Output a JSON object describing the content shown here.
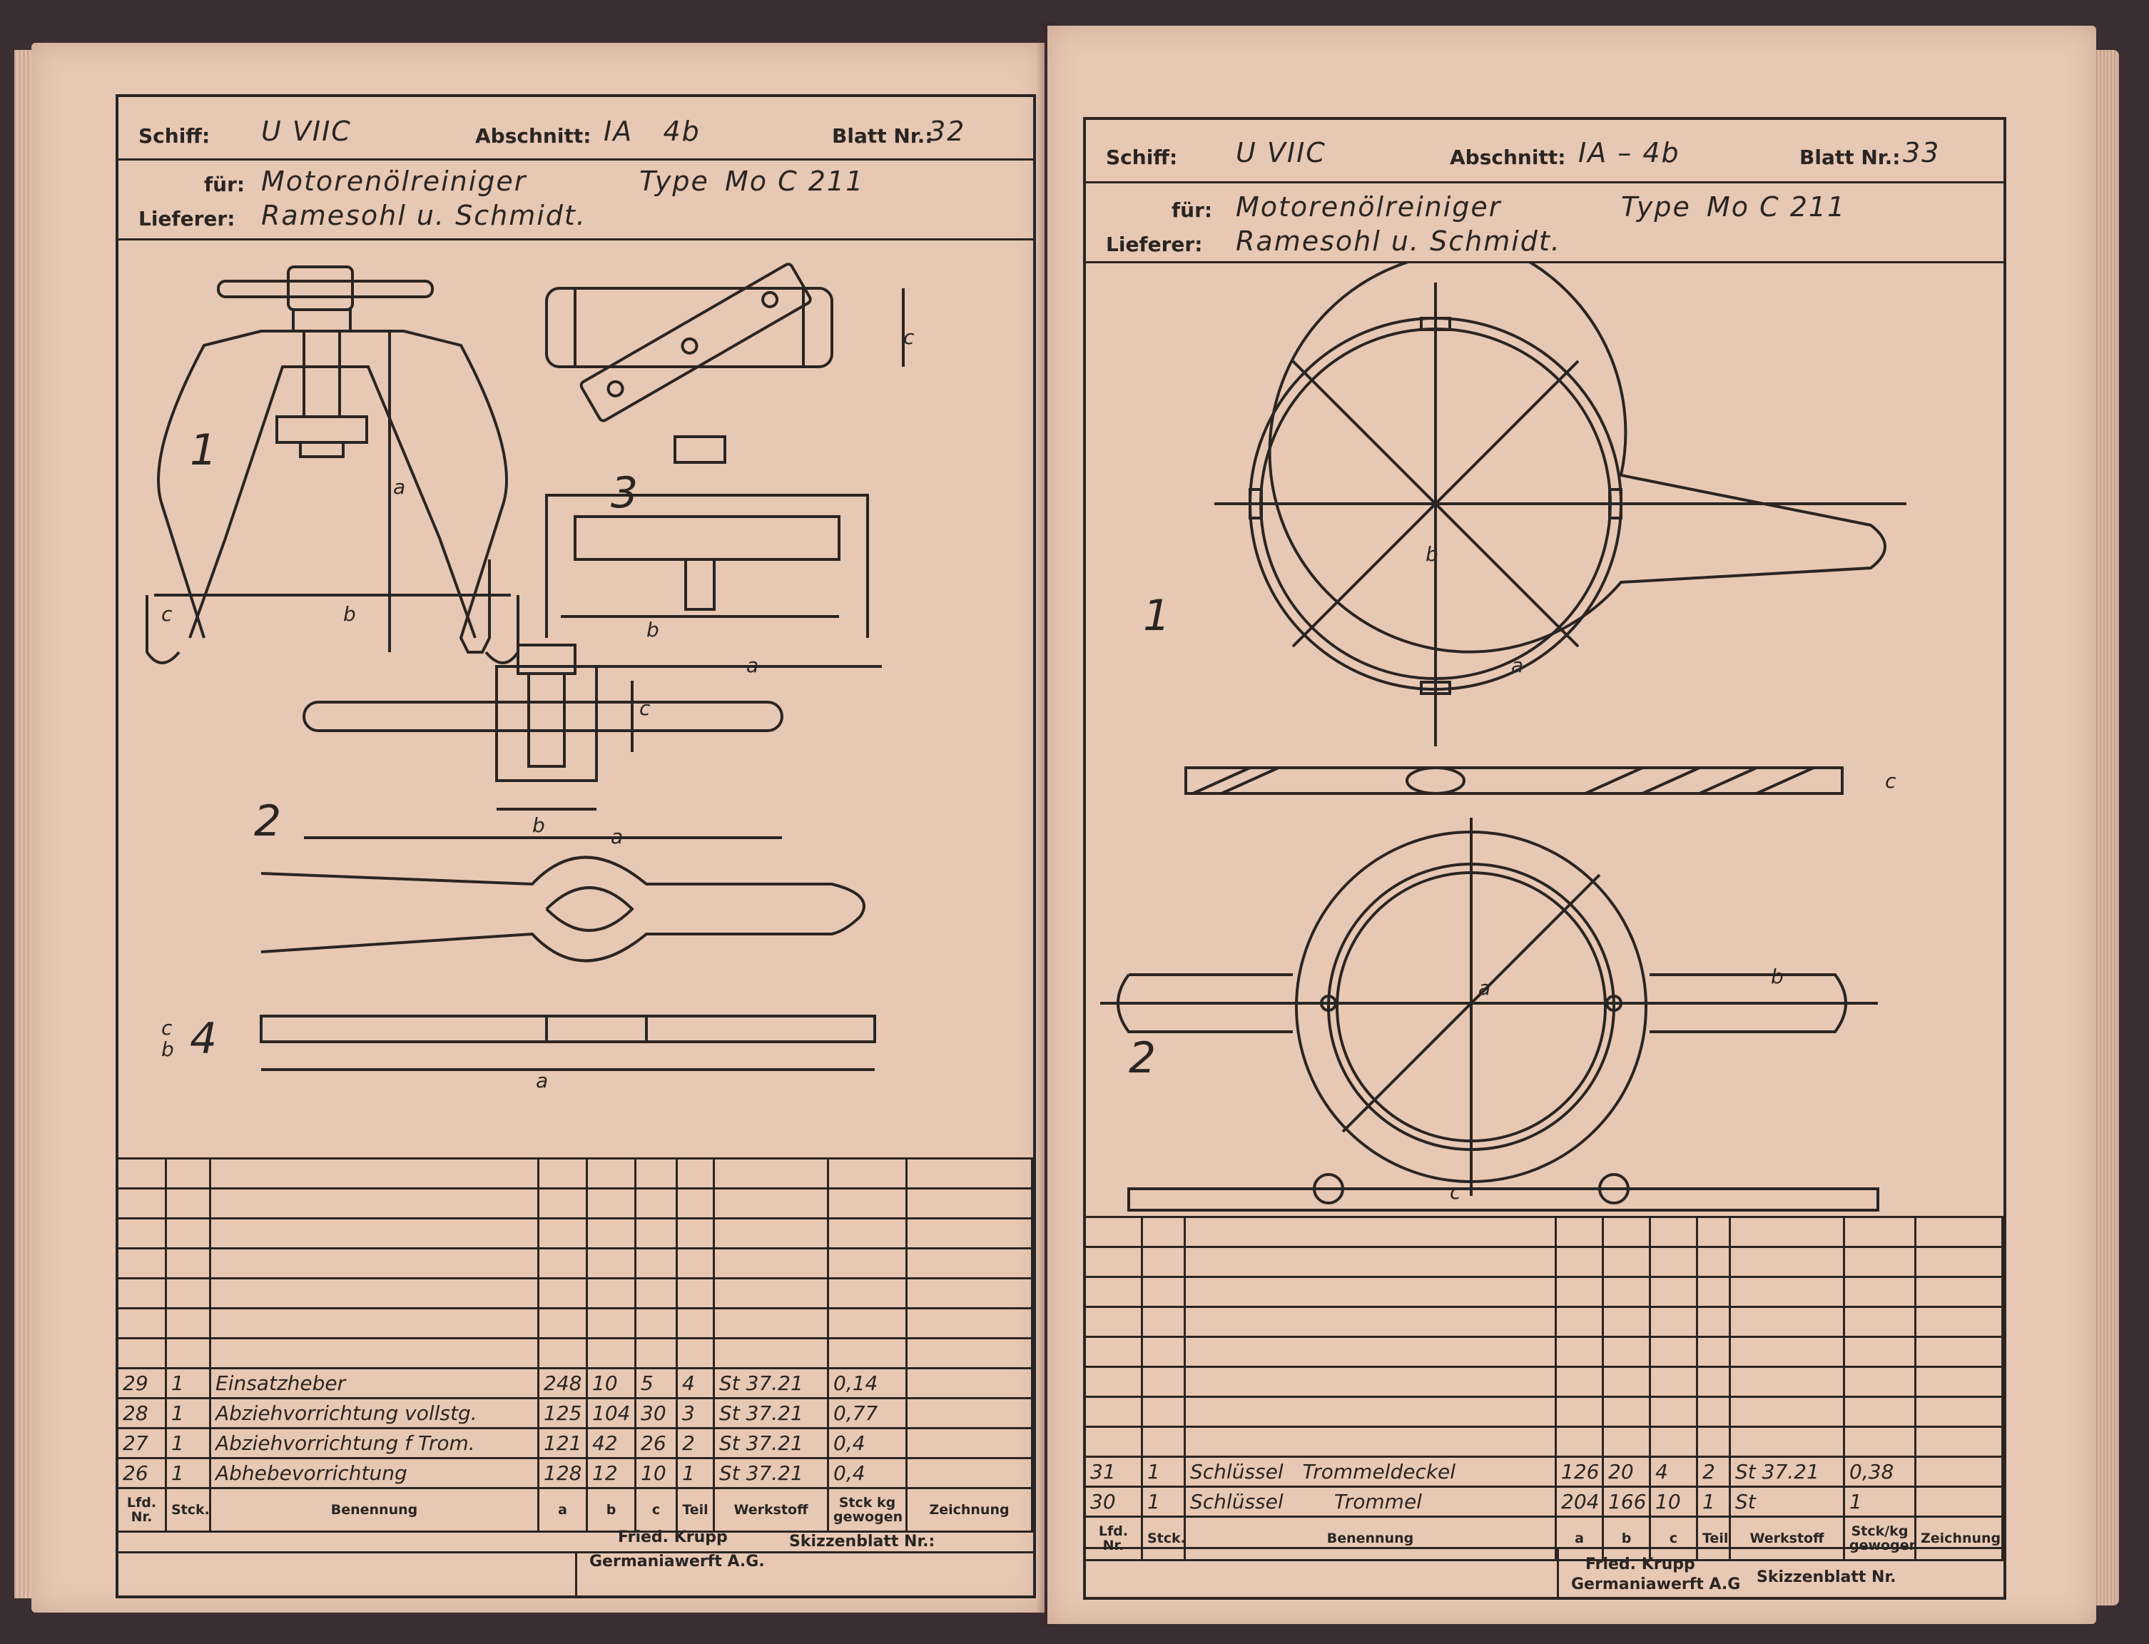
{
  "left": {
    "header": {
      "schiff_label": "Schiff:",
      "schiff": "U VIIC",
      "abschnitt_label": "Abschnitt:",
      "abschnitt": "IA   4b",
      "blatt_label": "Blatt Nr.:",
      "blatt": "32",
      "fuer_label": "für:",
      "fuer": "Motorenölreiniger",
      "type_label": "Type",
      "type": "Mo C 211",
      "lieferer_label": "Lieferer:",
      "lieferer": "Ramesohl u. Schmidt."
    },
    "figure_numbers": [
      "1",
      "2",
      "3",
      "4"
    ],
    "dim_labels": {
      "a": "a",
      "b": "b",
      "c": "c"
    },
    "columns": [
      "Lfd. Nr.",
      "Stck.",
      "Benennung",
      "a",
      "b",
      "c",
      "Teil",
      "Werkstoff",
      "Stck kg gewogen",
      "Zeichnung"
    ],
    "rows": [
      {
        "nr": "29",
        "stck": "1",
        "benennung": "Einsatzheber",
        "a": "248",
        "b": "10",
        "c": "5",
        "teil": "4",
        "werkstoff": "St 37.21",
        "gewicht": "0,14",
        "zeichnung": ""
      },
      {
        "nr": "28",
        "stck": "1",
        "benennung": "Abziehvorrichtung vollstg.",
        "a": "125",
        "b": "104",
        "c": "30",
        "teil": "3",
        "werkstoff": "St 37.21",
        "gewicht": "0,77",
        "zeichnung": ""
      },
      {
        "nr": "27",
        "stck": "1",
        "benennung": "Abziehvorrichtung f Trom.",
        "a": "121",
        "b": "42",
        "c": "26",
        "teil": "2",
        "werkstoff": "St 37.21",
        "gewicht": "0,4",
        "zeichnung": ""
      },
      {
        "nr": "26",
        "stck": "1",
        "benennung": "Abhebevorrichtung",
        "a": "128",
        "b": "12",
        "c": "10",
        "teil": "1",
        "werkstoff": "St 37.21",
        "gewicht": "0,4",
        "zeichnung": ""
      }
    ],
    "footer": {
      "firm": "Fried. Krupp",
      "werft": "Germaniawerft A.G.",
      "skizzenblatt": "Skizzenblatt Nr.:"
    }
  },
  "right": {
    "header": {
      "schiff_label": "Schiff:",
      "schiff": "U VIIC",
      "abschnitt_label": "Abschnitt:",
      "abschnitt": "IA – 4b",
      "blatt_label": "Blatt Nr.:",
      "blatt": "33",
      "fuer_label": "für:",
      "fuer": "Motorenölreiniger",
      "type_label": "Type",
      "type": "Mo C 211",
      "lieferer_label": "Lieferer:",
      "lieferer": "Ramesohl u. Schmidt."
    },
    "figure_numbers": [
      "1",
      "2"
    ],
    "dim_labels": {
      "a": "a",
      "b": "b",
      "c": "c"
    },
    "columns": [
      "Lfd. Nr.",
      "Stck.",
      "Benennung",
      "a",
      "b",
      "c",
      "Teil",
      "Werkstoff",
      "Stck/kg gewogen",
      "Zeichnung"
    ],
    "rows": [
      {
        "nr": "31",
        "stck": "1",
        "benennung": "Schlüssel   Trommeldeckel",
        "a": "126",
        "b": "20",
        "c": "4",
        "teil": "2",
        "werkstoff": "St 37.21",
        "gewicht": "0,38",
        "zeichnung": ""
      },
      {
        "nr": "30",
        "stck": "1",
        "benennung": "Schlüssel        Trommel",
        "a": "204",
        "b": "166",
        "c": "10",
        "teil": "1",
        "werkstoff": "St",
        "gewicht": "1",
        "zeichnung": ""
      }
    ],
    "footer": {
      "firm": "Fried. Krupp",
      "werft": "Germaniawerft A.G",
      "skizzenblatt": "Skizzenblatt Nr."
    }
  }
}
